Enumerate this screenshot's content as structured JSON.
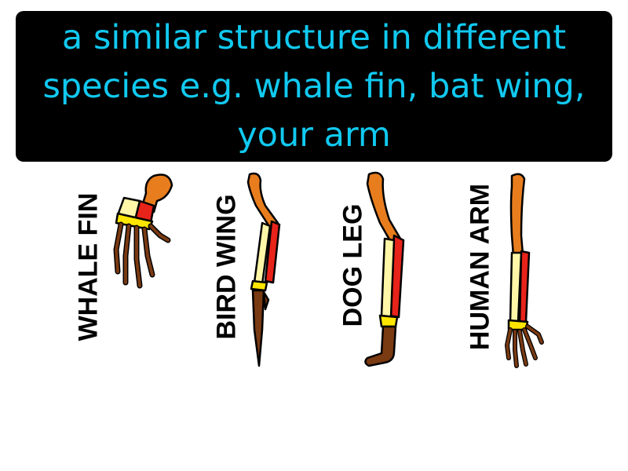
{
  "definition": "a similar structure in different species e.g. whale fin, bat wing, your arm",
  "limbs": [
    {
      "label": "WHALE FIN",
      "icon": "whale-fin-icon"
    },
    {
      "label": "BIRD WING",
      "icon": "bird-wing-icon"
    },
    {
      "label": "DOG LEG",
      "icon": "dog-leg-icon"
    },
    {
      "label": "HUMAN ARM",
      "icon": "human-arm-icon"
    }
  ],
  "colors": {
    "banner_bg": "#000000",
    "banner_text": "#11c9f0",
    "humerus": "#e87d1e",
    "radius": "#e8231a",
    "ulna": "#fff6a8",
    "carpals": "#ffe600",
    "digits": "#7a3a12"
  }
}
